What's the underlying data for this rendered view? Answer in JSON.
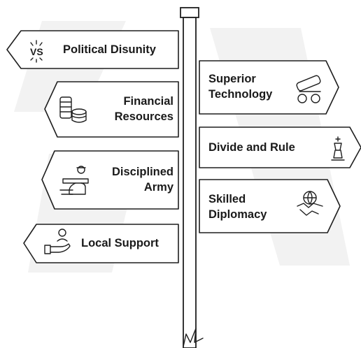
{
  "signs": [
    {
      "id": "political-disunity",
      "lines": [
        "Political Disunity"
      ],
      "icon": "vs-icon",
      "side": "left"
    },
    {
      "id": "superior-technology",
      "lines": [
        "Superior",
        "Technology"
      ],
      "icon": "cannon-icon",
      "side": "right"
    },
    {
      "id": "financial-resources",
      "lines": [
        "Financial",
        "Resources"
      ],
      "icon": "coins-icon",
      "side": "left"
    },
    {
      "id": "divide-and-rule",
      "lines": [
        "Divide and Rule"
      ],
      "icon": "chess-king-icon",
      "side": "right"
    },
    {
      "id": "disciplined-army",
      "lines": [
        "Disciplined",
        "Army"
      ],
      "icon": "soldier-icon",
      "side": "left"
    },
    {
      "id": "skilled-diplomacy",
      "lines": [
        "Skilled",
        "Diplomacy"
      ],
      "icon": "handshake-globe-icon",
      "side": "right"
    },
    {
      "id": "local-support",
      "lines": [
        "Local Support"
      ],
      "icon": "helping-hand-icon",
      "side": "left"
    }
  ],
  "colors": {
    "stroke": "#1f1f1f",
    "background": "#ffffff",
    "watermark": "#f2f2f2"
  }
}
